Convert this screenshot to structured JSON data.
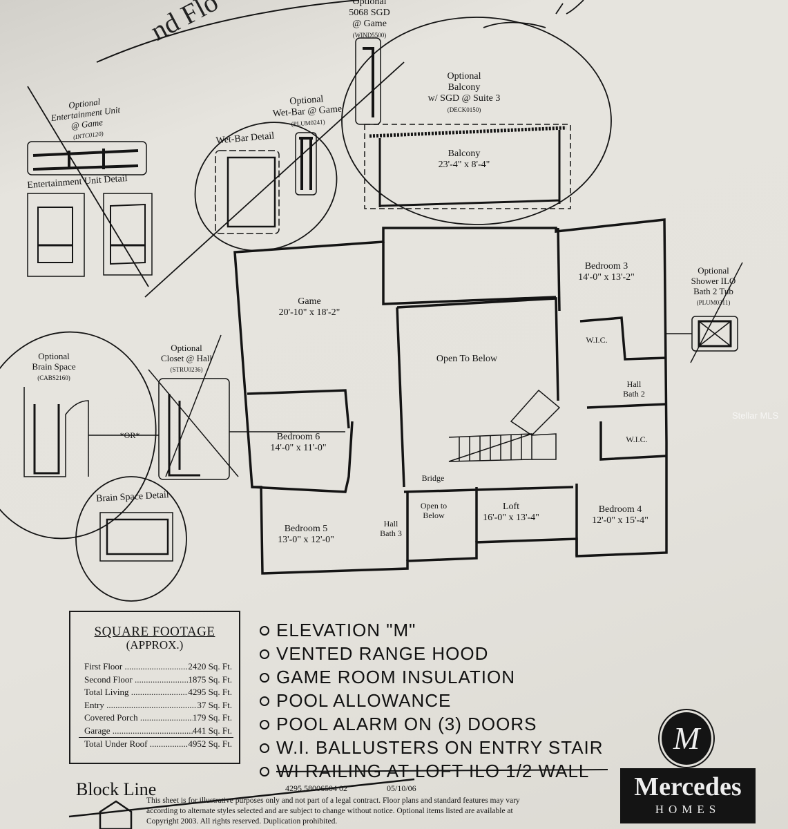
{
  "header": {
    "title_fragment": "nd Flo"
  },
  "options": {
    "sgd": {
      "label": "Optional",
      "name": "5068 SGD",
      "location": "@ Game",
      "code": "(WIND5500)"
    },
    "balcony": {
      "label": "Optional",
      "name": "Balcony",
      "location": "w/ SGD @ Suite 3",
      "code": "(DECK0150)"
    },
    "wetbar": {
      "label": "Optional",
      "name": "Wet-Bar @ Game",
      "code": "(PLUM0241)",
      "detail": "Wet-Bar Detail"
    },
    "entertainment": {
      "label": "Optional",
      "name": "Entertainment Unit",
      "location": "@ Game",
      "code": "(INTC0120)",
      "detail": "Entertainment Unit Detail"
    },
    "shower": {
      "label": "Optional",
      "name": "Shower ILO",
      "location": "Bath 2 Tub",
      "code": "(PLUM0311)"
    },
    "brain": {
      "label": "Optional",
      "name": "Brain Space",
      "code": "(CABS2160)",
      "detail": "Brain Space Detail"
    },
    "closet": {
      "label": "Optional",
      "name": "Closet @ Hall",
      "code": "(STRU0236)"
    },
    "or": "*OR*"
  },
  "rooms": {
    "balcony": {
      "name": "Balcony",
      "size": "23'-4\" x 8'-4\""
    },
    "game": {
      "name": "Game",
      "size": "20'-10\" x 18'-2\""
    },
    "open_to_below": {
      "name": "Open To Below"
    },
    "bedroom3": {
      "name": "Bedroom 3",
      "size": "14'-0\" x 13'-2\""
    },
    "wic1": {
      "name": "W.I.C."
    },
    "hall_bath2": {
      "name": "Hall",
      "name2": "Bath 2"
    },
    "wic2": {
      "name": "W.I.C."
    },
    "bedroom6": {
      "name": "Bedroom 6",
      "size": "14'-0\" x 11'-0\""
    },
    "bridge": {
      "name": "Bridge"
    },
    "bedroom5": {
      "name": "Bedroom 5",
      "size": "13'-0\" x 12'-0\""
    },
    "open_to_below2": {
      "name": "Open to",
      "name2": "Below"
    },
    "hall_bath3": {
      "name": "Hall",
      "name2": "Bath 3"
    },
    "loft": {
      "name": "Loft",
      "size": "16'-0\" x 13'-4\""
    },
    "bedroom4": {
      "name": "Bedroom 4",
      "size": "12'-0\" x 15'-4\""
    }
  },
  "square_footage": {
    "title": "SQUARE FOOTAGE",
    "subtitle": "(APPROX.)",
    "rows": [
      {
        "label": "First Floor",
        "value": "2420 Sq. Ft."
      },
      {
        "label": "Second Floor",
        "value": "1875 Sq. Ft."
      },
      {
        "label": "Total Living",
        "value": "4295 Sq. Ft."
      },
      {
        "label": "Entry",
        "value": "37 Sq. Ft."
      },
      {
        "label": "Covered Porch",
        "value": "179 Sq. Ft."
      },
      {
        "label": "Garage",
        "value": "441 Sq. Ft."
      }
    ],
    "total": {
      "label": "Total Under Roof",
      "value": "4952 Sq. Ft."
    }
  },
  "notes": [
    "ELEVATION \"M\"",
    "VENTED RANGE HOOD",
    "GAME ROOM INSULATION",
    "POOL ALLOWANCE",
    "POOL ALARM ON (3) DOORS",
    "W.I. BALLUSTERS ON ENTRY STAIR",
    "WI RAILING AT LOFT ILO 1/2 WALL"
  ],
  "footer": {
    "block_line": "Block Line",
    "plan_code": "4295 58006504 02",
    "date": "05/10/06",
    "disclaimer_1": "This sheet is for illustrative purposes only and not part of a legal contract.  Floor plans and standard features may vary",
    "disclaimer_2": "according to alternate styles selected and are subject to change without notice.  Optional items listed are available at",
    "disclaimer_3": "Copyright 2003.  All rights reserved.  Duplication prohibited."
  },
  "brand": {
    "emblem": "M",
    "name": "Mercedes",
    "tagline": "HOMES"
  },
  "watermark": "Stellar MLS"
}
